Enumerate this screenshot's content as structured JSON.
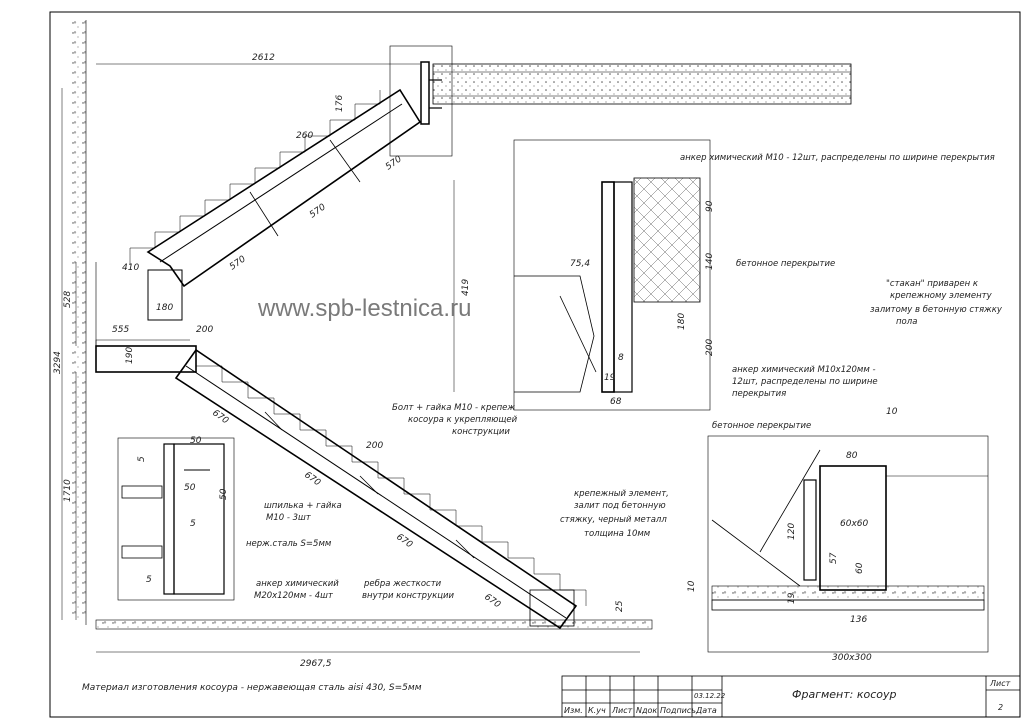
{
  "watermark": "www.spb-lestnica.ru",
  "dimensions": {
    "top_width": "2612",
    "bottom_width": "2967,5",
    "total_height": "3294",
    "upper_height": "528",
    "lower_height": "1710",
    "landing_410": "410",
    "landing_180": "180",
    "landing_555": "555",
    "landing_200": "200",
    "landing_190": "190",
    "riser": "176",
    "tread": "260",
    "tread_200": "200",
    "upper_segment": "570",
    "lower_segment": "670",
    "detail_50a": "50",
    "detail_50b": "50",
    "detail_50c": "50",
    "detail_5a": "5",
    "detail_5b": "5",
    "detail_5c": "5",
    "ceiling_75": "75,4",
    "ceiling_419": "419",
    "ceiling_90": "90",
    "ceiling_140": "140",
    "ceiling_180": "180",
    "ceiling_200": "200",
    "ceiling_8": "8",
    "ceiling_19": "19",
    "ceiling_68": "68",
    "foot_10a": "10",
    "foot_10b": "10",
    "foot_80": "80",
    "foot_60x60": "60х60",
    "foot_120": "120",
    "foot_57": "57",
    "foot_60": "60",
    "foot_19": "19",
    "foot_136": "136",
    "foot_300x300": "300х300",
    "bottom_25": "25"
  },
  "notes": {
    "anchor_m10_12": "анкер химический М10 - 12шт, распределены по ширине перекрытия",
    "concrete_slab_1": "бетонное перекрытие",
    "anchor_m10x120_1": "анкер химический М10х120мм -",
    "anchor_m10x120_2": "12шт, распределены по ширине",
    "anchor_m10x120_3": "перекрытия",
    "concrete_slab_2": "бетонное перекрытие",
    "cup_1": "\"стакан\" приварен к",
    "cup_2": "крепежному элементу",
    "cup_3": "залитому в бетонную стяжку",
    "cup_4": "пола",
    "bolt_1": "Болт + гайка М10 - крепеж",
    "bolt_2": "косоура к укрепляющей",
    "bolt_3": "конструкции",
    "stud_1": "шпилька + гайка",
    "stud_2": "М10 - 3шт",
    "steel": "нерж.сталь S=5мм",
    "anchor_m20_1": "анкер химический",
    "anchor_m20_2": "М20х120мм - 4шт",
    "ribs_1": "ребра жесткости",
    "ribs_2": "внутри конструкции",
    "fix_1": "крепежный элемент,",
    "fix_2": "залит под бетонную",
    "fix_3": "стяжку, черный металл",
    "fix_4": "толщина 10мм"
  },
  "material_note": "Материал изготовления косоура - нержавеющая сталь aisi 430, S=5мм",
  "title_block": {
    "title": "Фрагмент: косоур",
    "sheet_label": "Лист",
    "sheet_number": "2",
    "date": "03.12.22",
    "cols": [
      "Изм.",
      "К.уч",
      "Лист",
      "Nдок",
      "Подпись",
      "Дата"
    ]
  }
}
